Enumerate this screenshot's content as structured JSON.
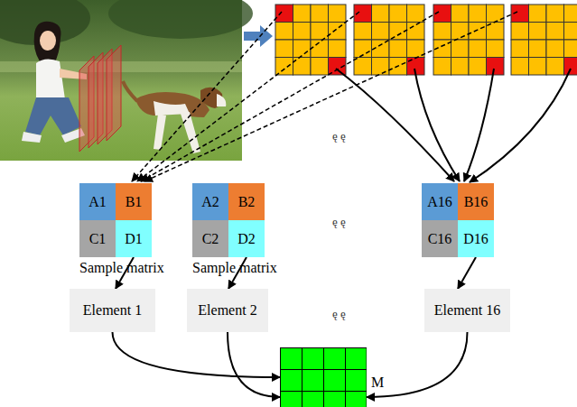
{
  "diagram": {
    "nodes": [
      {
        "text": [
          "A1"
        ]
      },
      {
        "text": [
          "B1"
        ]
      },
      {
        "text": [
          "C1"
        ]
      },
      {
        "text": [
          "D1"
        ]
      },
      {
        "text": [
          "A2"
        ]
      },
      {
        "text": [
          "B2"
        ]
      },
      {
        "text": [
          "C2"
        ]
      },
      {
        "text": [
          "D2"
        ]
      },
      {
        "text": [
          "A16"
        ]
      },
      {
        "text": [
          "B16"
        ]
      },
      {
        "text": [
          "C16"
        ]
      },
      {
        "text": [
          "D16"
        ]
      },
      {
        "text": [
          "Element 1"
        ]
      },
      {
        "text": [
          "Element 2"
        ]
      },
      {
        "text": [
          "Element 16"
        ]
      },
      {
        "text": [
          "M"
        ]
      }
    ],
    "edges": [
      {
        "from": 3,
        "to": 12,
        "arrow": "to"
      },
      {
        "from": 7,
        "to": 13,
        "arrow": "to"
      },
      {
        "from": 11,
        "to": 14,
        "arrow": "to"
      },
      {
        "from": 12,
        "to": 15,
        "arrow": "to"
      },
      {
        "from": 13,
        "to": 15,
        "arrow": "to"
      },
      {
        "from": 14,
        "to": 15,
        "arrow": "to"
      }
    ],
    "labels": [
      "ę ę",
      "ę ę",
      "Sample matrix",
      "Sample matrix",
      "ę ę"
    ]
  }
}
